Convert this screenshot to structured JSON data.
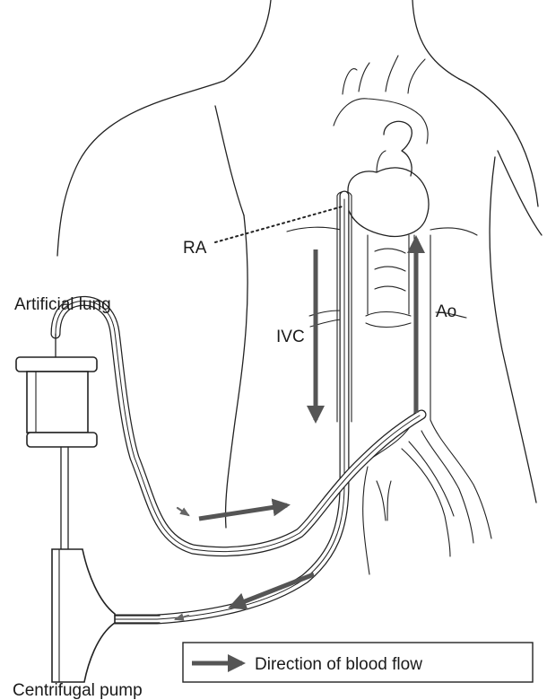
{
  "labels": {
    "ra": "RA",
    "artificial_lung": "Artificial lung",
    "ivc": "IVC",
    "ao": "Ao",
    "centrifugal_pump": "Centrifugal pump"
  },
  "legend": {
    "text": "Direction of blood flow"
  },
  "colors": {
    "outline": "#222222",
    "flow_arrow": "#555555",
    "background": "#ffffff"
  }
}
